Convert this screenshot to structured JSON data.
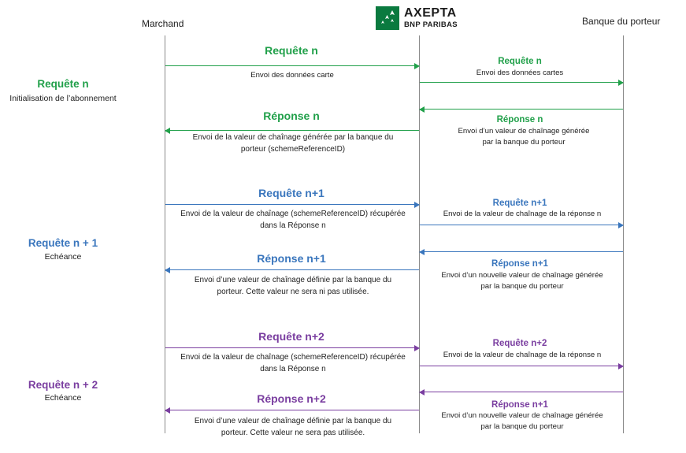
{
  "brand": {
    "name": "AXEPTA",
    "subname": "BNP PARIBAS",
    "color": "#0a7a3f"
  },
  "actors": {
    "left": "Marchand",
    "right": "Banque du porteur"
  },
  "colors": {
    "green": "#21a04a",
    "blue": "#3a76bd",
    "purple": "#7a3ea0"
  },
  "side": {
    "s1": {
      "title": "Requête n",
      "sub": "Initialisation de l’abonnement"
    },
    "s2": {
      "title": "Requête n + 1",
      "sub": "Echéance"
    },
    "s3": {
      "title": "Requête n + 2",
      "sub": "Echéance"
    }
  },
  "left_msgs": {
    "m1": {
      "label": "Requête n",
      "note1": "Envoi des données carte"
    },
    "m2": {
      "label": "Réponse n",
      "note1": "Envoi de la valeur de chaînage générée par la banque du",
      "note2": "porteur (schemeReferenceID)"
    },
    "m3": {
      "label": "Requête n+1",
      "note1": "Envoi de la valeur de chaînage (schemeReferenceID) récupérée",
      "note2": "dans la Réponse n"
    },
    "m4": {
      "label": "Réponse n+1",
      "note1": "Envoi d’une valeur de chaînage définie par la banque du",
      "note2": "porteur. Cette valeur ne sera ni pas utilisée."
    },
    "m5": {
      "label": "Requête n+2",
      "note1": "Envoi de la valeur de chaînage (schemeReferenceID) récupérée",
      "note2": "dans la Réponse n"
    },
    "m6": {
      "label": "Réponse n+2",
      "note1": "Envoi d’une valeur de chaînage définie par la banque du",
      "note2": "porteur. Cette valeur ne sera pas utilisée."
    }
  },
  "right_msgs": {
    "m1": {
      "label": "Requête n",
      "note1": "Envoi des données cartes"
    },
    "m2": {
      "label": "Réponse n",
      "note1": "Envoi d’un valeur de chaînage générée",
      "note2": "par la banque du porteur"
    },
    "m3": {
      "label": "Requête n+1",
      "note1": "Envoi de la valeur de chaînage de la réponse n"
    },
    "m4": {
      "label": "Réponse n+1",
      "note1": "Envoi d’un nouvelle valeur de chaînage générée",
      "note2": "par la banque du porteur"
    },
    "m5": {
      "label": "Requête n+2",
      "note1": "Envoi de la valeur de chaînage de la réponse n"
    },
    "m6": {
      "label": "Réponse n+1",
      "note1": "Envoi d’un nouvelle valeur de chaînage générée",
      "note2": "par la banque du porteur"
    }
  }
}
